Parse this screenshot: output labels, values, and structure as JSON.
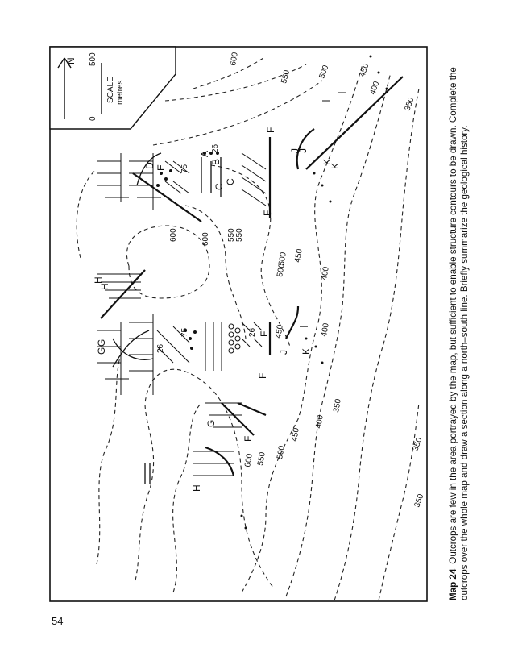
{
  "page": {
    "number": "54"
  },
  "caption": {
    "map_id": "Map 24",
    "text": "Outcrops are few in the area portrayed by the map, but sufficient to enable structure contours to be drawn. Complete the outcrops over the whole map and draw a section along a north–south line. Briefly summarize the geological history."
  },
  "scale_bar": {
    "title": "SCALE",
    "unit": "metres",
    "min": "0",
    "max": "500"
  },
  "north_arrow": {
    "label": "N"
  },
  "contour_labels": [
    "600",
    "550",
    "500",
    "450",
    "400",
    "350",
    "600",
    "550",
    "500",
    "450",
    "400",
    "350",
    "600",
    "550",
    "500",
    "450",
    "400",
    "350",
    "350",
    "400",
    "450",
    "500",
    "550",
    "600"
  ],
  "unit_labels": [
    "H",
    "G",
    "G",
    "F",
    "F",
    "E",
    "D",
    "C",
    "B",
    "A",
    "J",
    "K",
    "H",
    "G",
    "F",
    "F",
    "J",
    "K",
    "J",
    "K",
    "F",
    "C",
    "H"
  ],
  "dip_labels": [
    "26",
    "75",
    "26",
    "75",
    "26"
  ],
  "colors": {
    "ink": "#111111",
    "paper": "#ffffff"
  }
}
